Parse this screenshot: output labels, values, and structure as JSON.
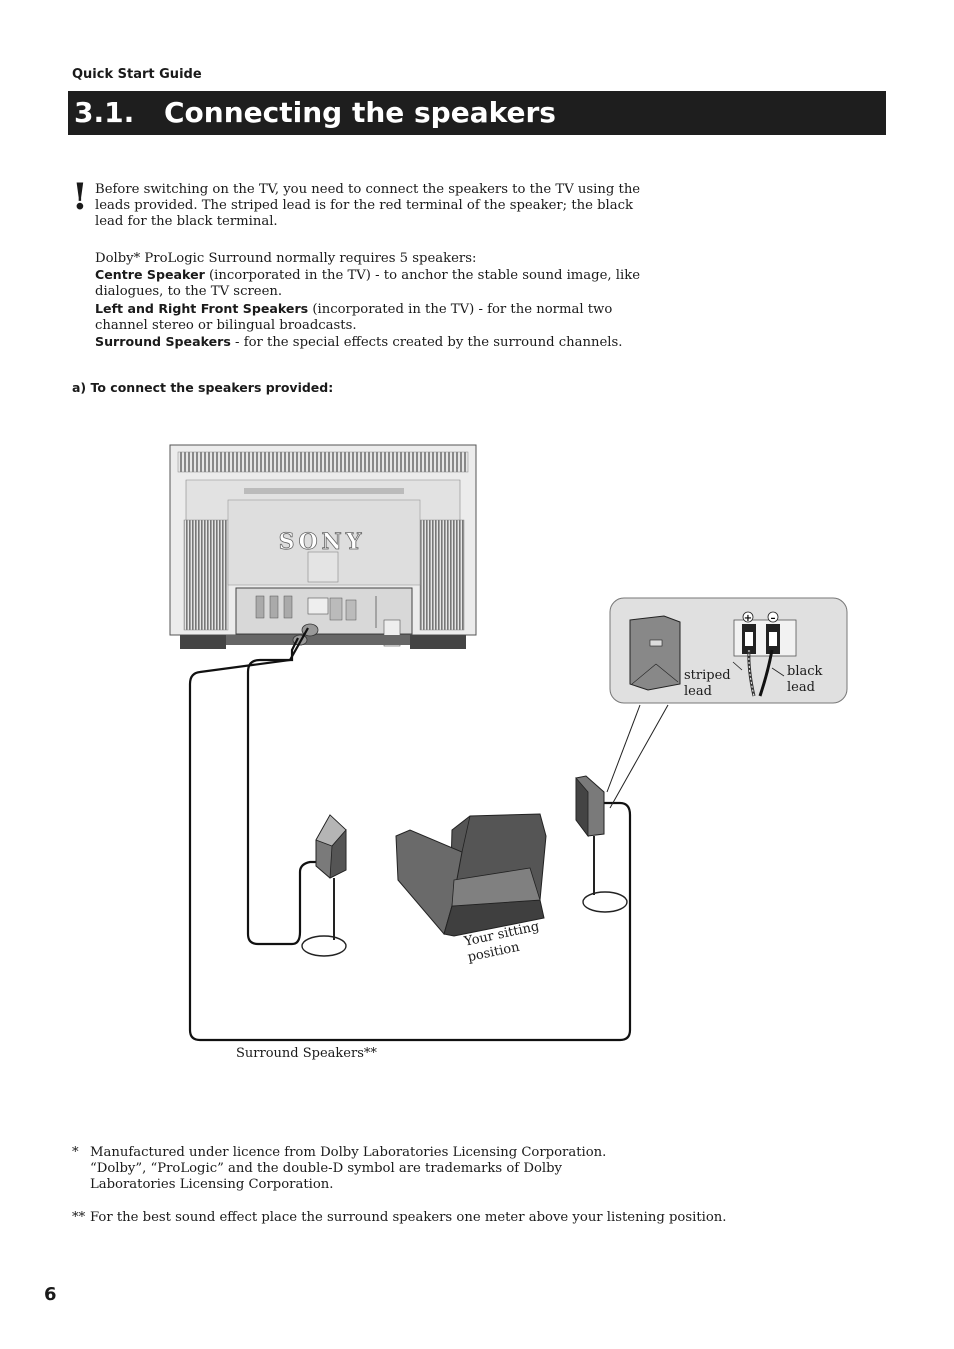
{
  "running_head": "Quick Start Guide",
  "title": {
    "number": "3.1.",
    "text": "Connecting the speakers"
  },
  "warning_mark": "!",
  "intro": "Before switching on the TV, you need to connect the speakers to the TV using the leads provided.  The striped lead is for the red terminal of the speaker; the black lead for the black terminal.",
  "dolby": {
    "lead": "Dolby* ProLogic Surround normally requires 5 speakers:",
    "items": [
      {
        "name": "Centre Speaker",
        "desc": " (incorporated in the TV) - to anchor the stable sound image, like dialogues, to the TV screen."
      },
      {
        "name": "Left and Right Front Speakers",
        "desc": " (incorporated in the TV) - for the normal two channel stereo or bilingual broadcasts."
      },
      {
        "name": "Surround Speakers",
        "desc": " - for the special effects created by the surround channels."
      }
    ]
  },
  "step_a": "a)  To connect the speakers provided:",
  "diagram": {
    "brand": "SONY",
    "plus_symbol": "+",
    "minus_symbol": "–",
    "striped_lead": "striped lead",
    "black_lead": "black lead",
    "sitting": "Your sitting position",
    "surround": "Surround Speakers**"
  },
  "footnotes": [
    {
      "mark": "*",
      "text": "Manufactured under licence from Dolby Laboratories Licensing Corporation. “Dolby”, “ProLogic” and the double-D symbol are trademarks of Dolby Laboratories Licensing Corporation."
    },
    {
      "mark": "**",
      "text": "For the best sound effect place the surround speakers one meter above your listening position."
    }
  ],
  "page_number": "6"
}
